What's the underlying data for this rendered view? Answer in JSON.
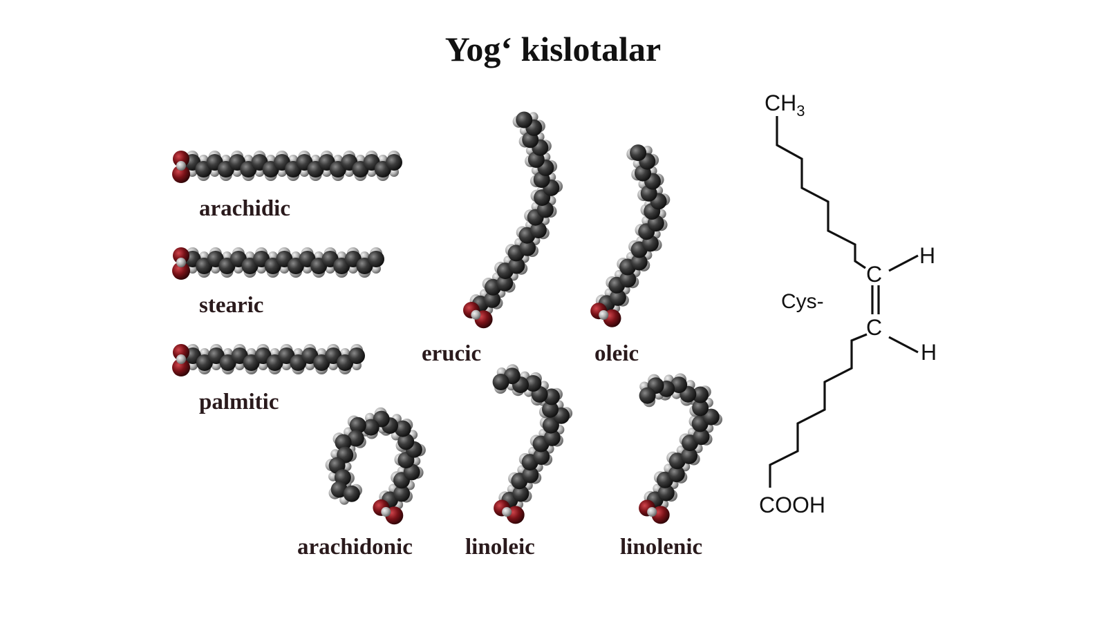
{
  "title": "Yog‘ kislotalar",
  "molecules": [
    {
      "id": "arachidic",
      "label": "arachidic"
    },
    {
      "id": "stearic",
      "label": "stearic"
    },
    {
      "id": "palmitic",
      "label": "palmitic"
    },
    {
      "id": "erucic",
      "label": "erucic"
    },
    {
      "id": "oleic",
      "label": "oleic"
    },
    {
      "id": "arachidonic",
      "label": "arachidonic"
    },
    {
      "id": "linoleic",
      "label": "linoleic"
    },
    {
      "id": "linolenic",
      "label": "linolenic"
    }
  ],
  "structure": {
    "top_group": "CH",
    "top_group_subscript": "3",
    "carbon_upper": "C",
    "carbon_lower": "C",
    "hydrogen_upper": "H",
    "hydrogen_lower": "H",
    "isomer_label": "Cys-",
    "bottom_group": "COOH"
  },
  "colors": {
    "carbon": "#3a3a3a",
    "hydrogen": "#bdbdbd",
    "oxygen": "#7a1218",
    "label": "#2a1a1c",
    "text": "#111111"
  }
}
